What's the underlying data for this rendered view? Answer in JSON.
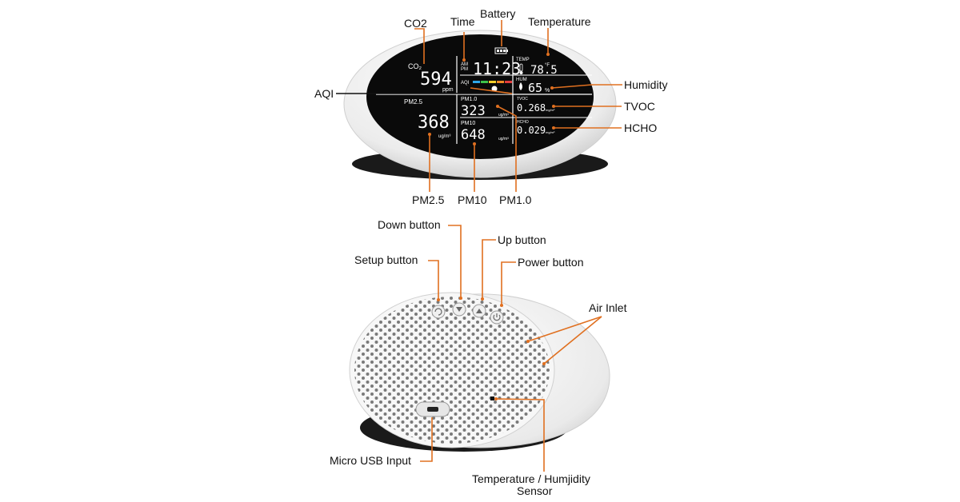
{
  "colors": {
    "leader": "#e07020",
    "screen": "#0a0a0a",
    "body": "#f2f2f2",
    "base": "#1a1a1a"
  },
  "front": {
    "callouts": {
      "co2": "CO2",
      "time": "Time",
      "battery": "Battery",
      "temperature": "Temperature",
      "humidity": "Humidity",
      "aqi": "AQI",
      "tvoc": "TVOC",
      "hcho": "HCHO",
      "pm25": "PM2.5",
      "pm10": "PM10",
      "pm10b": "PM1.0"
    },
    "screen": {
      "co2_label": "CO₂",
      "co2_value": "594",
      "co2_unit": "ppm",
      "am": "AM",
      "pm": "PM",
      "time_value": "11:23",
      "temp_label": "TEMP",
      "temp_value": "78.5",
      "temp_unit": "°F",
      "aqi_label": "AQI",
      "hum_label": "HUM",
      "hum_value": "65",
      "hum_unit": "%",
      "pm25_label": "PM2.5",
      "pm25_value": "368",
      "pm25_unit": "ug/m³",
      "pm10b_label": "PM1.0",
      "pm10b_value": "323",
      "pm10b_unit": "ug/m³",
      "pm10_label": "PM10",
      "pm10_value": "648",
      "pm10_unit": "ug/m³",
      "tvoc_label": "TVOC",
      "tvoc_value": "0.268",
      "tvoc_unit": "mg/m³",
      "hcho_label": "HCHO",
      "hcho_value": "0.029",
      "hcho_unit": "mg/m³"
    },
    "aqi_bar_colors": [
      "#2fa7e8",
      "#3ec24a",
      "#f2d02b",
      "#f08a24",
      "#e23b3b"
    ]
  },
  "back": {
    "callouts": {
      "down": "Down button",
      "up": "Up button",
      "setup": "Setup button",
      "power": "Power button",
      "air_inlet": "Air Inlet",
      "usb": "Micro USB Input",
      "sensor_line1": "Temperature / Humjidity",
      "sensor_line2": "Sensor"
    },
    "buttons": [
      {
        "name": "setup",
        "icon": "refresh-icon"
      },
      {
        "name": "down",
        "icon": "down-arrow-icon"
      },
      {
        "name": "up",
        "icon": "up-arrow-icon"
      },
      {
        "name": "power",
        "icon": "power-icon"
      }
    ]
  }
}
